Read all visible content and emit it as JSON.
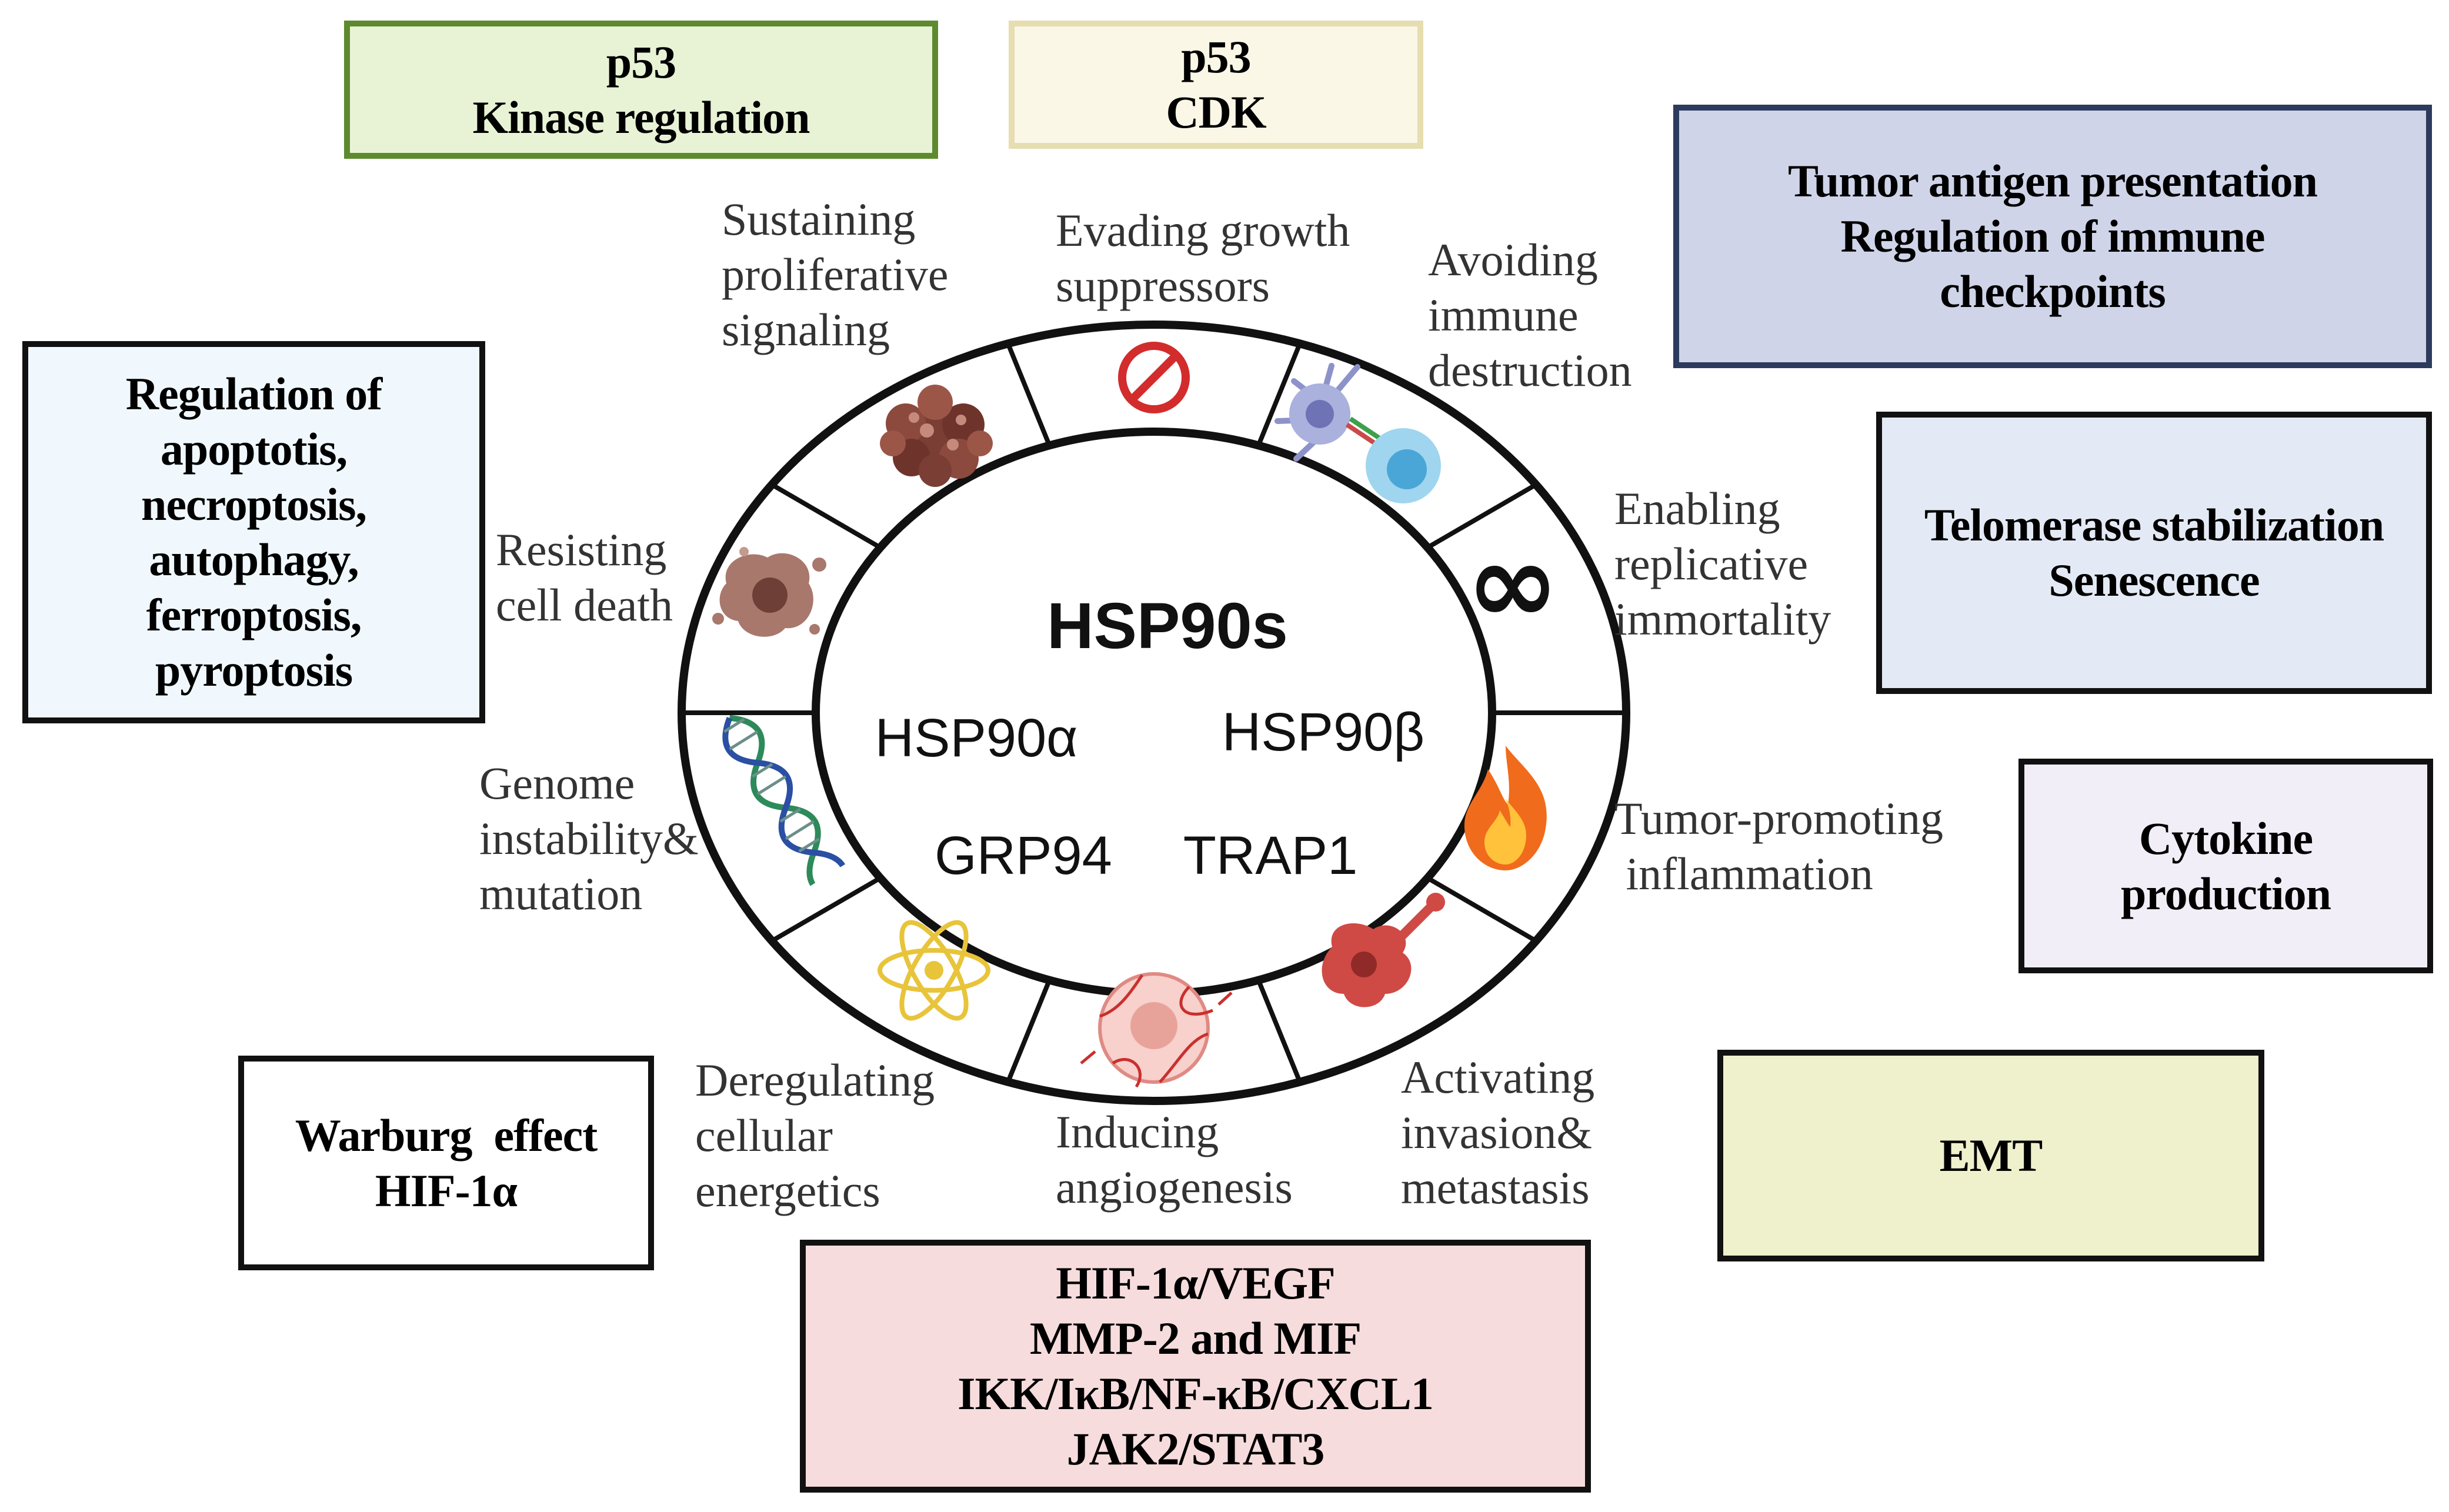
{
  "center": {
    "title": "HSP90s",
    "isoforms": [
      "HSP90α",
      "HSP90β",
      "GRP94",
      "TRAP1"
    ]
  },
  "hallmarks": [
    {
      "id": "sustaining",
      "lines": [
        "Sustaining",
        "proliferative",
        "signaling"
      ]
    },
    {
      "id": "evading",
      "lines": [
        "Evading growth",
        "suppressors"
      ]
    },
    {
      "id": "avoiding",
      "lines": [
        "Avoiding",
        "immune",
        "destruction"
      ]
    },
    {
      "id": "enabling",
      "lines": [
        "Enabling",
        "replicative",
        "immortality"
      ]
    },
    {
      "id": "tumor-promoting",
      "lines": [
        "Tumor-promoting",
        " inflammation"
      ]
    },
    {
      "id": "activating",
      "lines": [
        "Activating",
        "invasion&",
        "metastasis"
      ]
    },
    {
      "id": "angiogenesis",
      "lines": [
        "Inducing",
        "angiogenesis"
      ]
    },
    {
      "id": "energetics",
      "lines": [
        "Deregulating",
        "cellular",
        "energetics"
      ]
    },
    {
      "id": "genome",
      "lines": [
        "Genome",
        "instability&",
        "mutation"
      ]
    },
    {
      "id": "resisting",
      "lines": [
        "Resisting",
        "cell death"
      ]
    }
  ],
  "boxes": [
    {
      "id": "p53-kinase",
      "lines": [
        "p53",
        "Kinase regulation"
      ],
      "bg": "#E8F3D6",
      "border": "#5D8A2E"
    },
    {
      "id": "p53-cdk",
      "lines": [
        "p53",
        "CDK"
      ],
      "bg": "#FBF7E6",
      "border": "#E6DDB0"
    },
    {
      "id": "immune",
      "lines": [
        "Tumor antigen presentation",
        "Regulation of immune",
        "checkpoints"
      ],
      "bg": "#CFD4E9",
      "border": "#2C3A5E"
    },
    {
      "id": "telomerase",
      "lines": [
        "Telomerase stabilization",
        "Senescence"
      ],
      "bg": "#E4EAF5",
      "border": "#111111"
    },
    {
      "id": "cytokine",
      "lines": [
        "Cytokine",
        "production"
      ],
      "bg": "#F2EEF8",
      "border": "#111111"
    },
    {
      "id": "emt",
      "lines": [
        "EMT"
      ],
      "bg": "#EFF0CC",
      "border": "#111111"
    },
    {
      "id": "angio-pathways",
      "lines": [
        "HIF-1α/VEGF",
        "MMP-2 and MIF",
        "IKK/IκB/NF-κB/CXCL1",
        "JAK2/STAT3"
      ],
      "bg": "#F7DCDD",
      "border": "#111111"
    },
    {
      "id": "warburg",
      "lines": [
        "Warburg  effect",
        "HIF-1α"
      ],
      "bg": "#FFFFFF",
      "border": "#111111"
    },
    {
      "id": "cell-death",
      "lines": [
        "Regulation of",
        "apoptotis,",
        "necroptosis,",
        "autophagy,",
        "ferroptosis,",
        "pyroptosis"
      ],
      "bg": "#F0F8FE",
      "border": "#111111"
    }
  ],
  "icons": [
    "cancer-cell-cluster-icon",
    "prohibition-icon",
    "immune-cell-interaction-icon",
    "infinity-icon",
    "flame-icon",
    "metastatic-cell-icon",
    "angiogenesis-cell-icon",
    "atom-icon",
    "dna-helix-icon",
    "dying-cell-icon"
  ]
}
